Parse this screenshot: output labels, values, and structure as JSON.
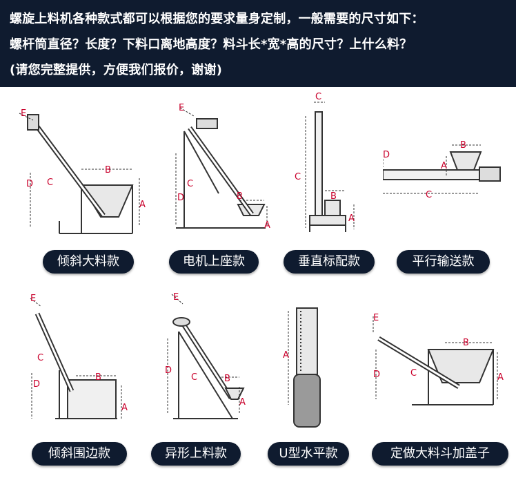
{
  "header": {
    "line1": "螺旋上料机各种款式都可以根据您的要求量身定制，一般需要的尺寸如下：",
    "line2": "螺杆筒直径？长度？下料口离地高度？料斗长*宽*高的尺寸？上什么料？",
    "line3": "(请您完整提供，方便我们报价，谢谢)"
  },
  "colors": {
    "header_bg": "#0f1b2f",
    "label_pill_bg": "#0f1b2f",
    "dimension_red": "#c9002b"
  },
  "models": [
    {
      "label": "倾斜大料款",
      "dims": [
        "E",
        "D",
        "C",
        "B",
        "A"
      ]
    },
    {
      "label": "电机上座款",
      "dims": [
        "E",
        "D",
        "C",
        "B",
        "A"
      ]
    },
    {
      "label": "垂直标配款",
      "dims": [
        "C",
        "C",
        "B",
        "A"
      ]
    },
    {
      "label": "平行输送款",
      "dims": [
        "D",
        "B",
        "A",
        "C"
      ]
    },
    {
      "label": "倾斜围边款",
      "dims": [
        "E",
        "C",
        "D",
        "B",
        "A"
      ]
    },
    {
      "label": "异形上料款",
      "dims": [
        "E",
        "D",
        "C",
        "B",
        "A"
      ]
    },
    {
      "label": "U型水平款",
      "dims": [
        "A"
      ]
    },
    {
      "label": "定做大料斗加盖子",
      "dims": [
        "E",
        "B",
        "D",
        "C",
        "A"
      ]
    }
  ]
}
